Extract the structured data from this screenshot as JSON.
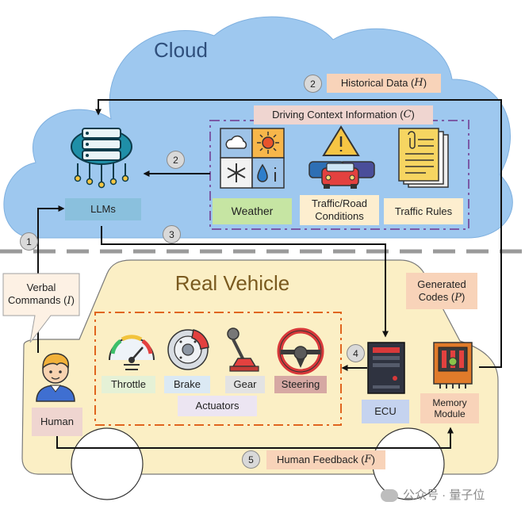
{
  "cloud": {
    "title": "Cloud",
    "llms": "LLMs"
  },
  "context": {
    "title_prefix": "Driving Context Information (",
    "title_var": "C",
    "title_suffix": ")",
    "weather": "Weather",
    "traffic_road_line1": "Traffic/Road",
    "traffic_road_line2": "Conditions",
    "traffic_rules": "Traffic Rules"
  },
  "historical": {
    "prefix": "Historical Data (",
    "var": "H",
    "suffix": ")"
  },
  "vehicle": {
    "title": "Real Vehicle",
    "verbal_line1": "Verbal",
    "verbal_line2_prefix": "Commands (",
    "verbal_var": "I",
    "verbal_line2_suffix": ")",
    "generated_line1": "Generated",
    "generated_line2_prefix": "Codes (",
    "generated_var": "P",
    "generated_line2_suffix": ")",
    "human": "Human",
    "ecu": "ECU",
    "memory_line1": "Memory",
    "memory_line2": "Module",
    "actuators": "Actuators",
    "throttle": "Throttle",
    "brake": "Brake",
    "gear": "Gear",
    "steering": "Steering",
    "feedback_prefix": "Human Feedback (",
    "feedback_var": "F",
    "feedback_suffix": ")"
  },
  "steps": [
    "1",
    "2",
    "2",
    "3",
    "4",
    "5"
  ],
  "watermark": "公众号 · 量子位",
  "colors": {
    "cloud": "#9ec8ef",
    "vehicle": "#fbefc5",
    "orange_label": "#f8d3b9",
    "pink_label": "#efd5d0",
    "blue_label": "#8ac0dd",
    "green_label": "#c6e5a3",
    "context_border": "#7b5aa6",
    "actuator_border": "#e0651f"
  }
}
